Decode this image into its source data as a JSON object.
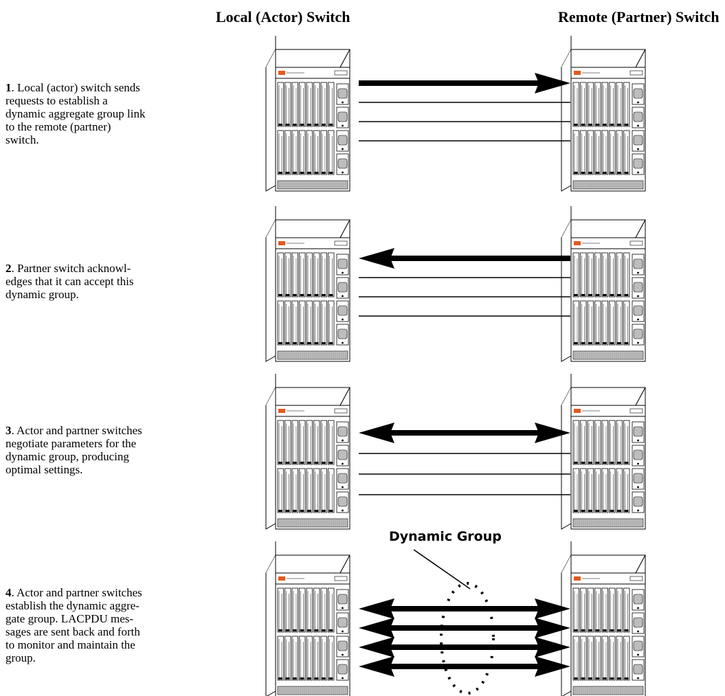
{
  "headers": {
    "local_switch": "Local (Actor) Switch",
    "remote_switch": "Remote (Partner) Switch"
  },
  "steps": [
    {
      "number": "1",
      "line1": ". Local (actor) switch sends",
      "line2": "requests to establish a",
      "line3": "dynamic aggregate group link",
      "line4": "to the remote (partner)",
      "line5": "switch."
    },
    {
      "number": "2",
      "line1": ". Partner switch acknowl-",
      "line2": "edges that it can accept this",
      "line3": "dynamic group."
    },
    {
      "number": "3",
      "line1": ". Actor and partner switches",
      "line2": "negotiate parameters for the",
      "line3": "dynamic group, producing",
      "line4": "optimal settings."
    },
    {
      "number": "4",
      "line1": ". Actor and partner switches",
      "line2": "establish the dynamic aggre-",
      "line3": "gate group. LACPDU mes-",
      "line4": "sages are sent back and forth",
      "line5": "to monitor and maintain the",
      "line6": "group."
    }
  ],
  "dynamic_group_label": "Dynamic Group",
  "colors": {
    "line": "#000000",
    "chassis_fill": "#ffffff",
    "badge": "#e05a1e",
    "panel_gray": "#bdbdbd"
  }
}
